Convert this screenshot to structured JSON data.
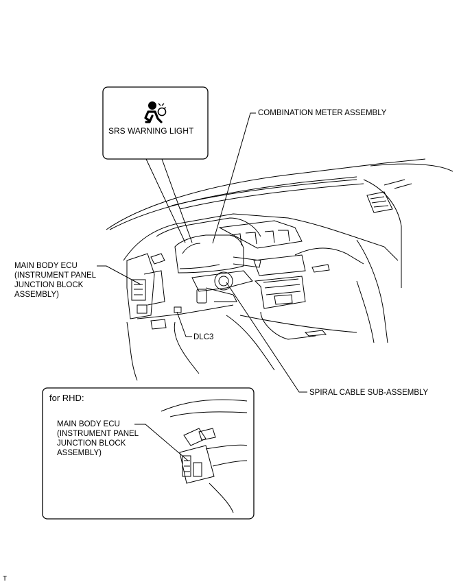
{
  "callout": {
    "warning_light": "SRS WARNING LIGHT"
  },
  "labels": {
    "combination_meter": "COMBINATION METER ASSEMBLY",
    "main_body_ecu": [
      "MAIN BODY ECU",
      "(INSTRUMENT PANEL",
      "JUNCTION BLOCK",
      "ASSEMBLY)"
    ],
    "dlc3": "DLC3",
    "spiral_cable": "SPIRAL CABLE SUB-ASSEMBLY"
  },
  "rhd_inset": {
    "title": "for RHD:",
    "main_body_ecu": [
      "MAIN BODY ECU",
      "(INSTRUMENT PANEL",
      "JUNCTION BLOCK",
      "ASSEMBLY)"
    ]
  },
  "footer_mark": "T"
}
